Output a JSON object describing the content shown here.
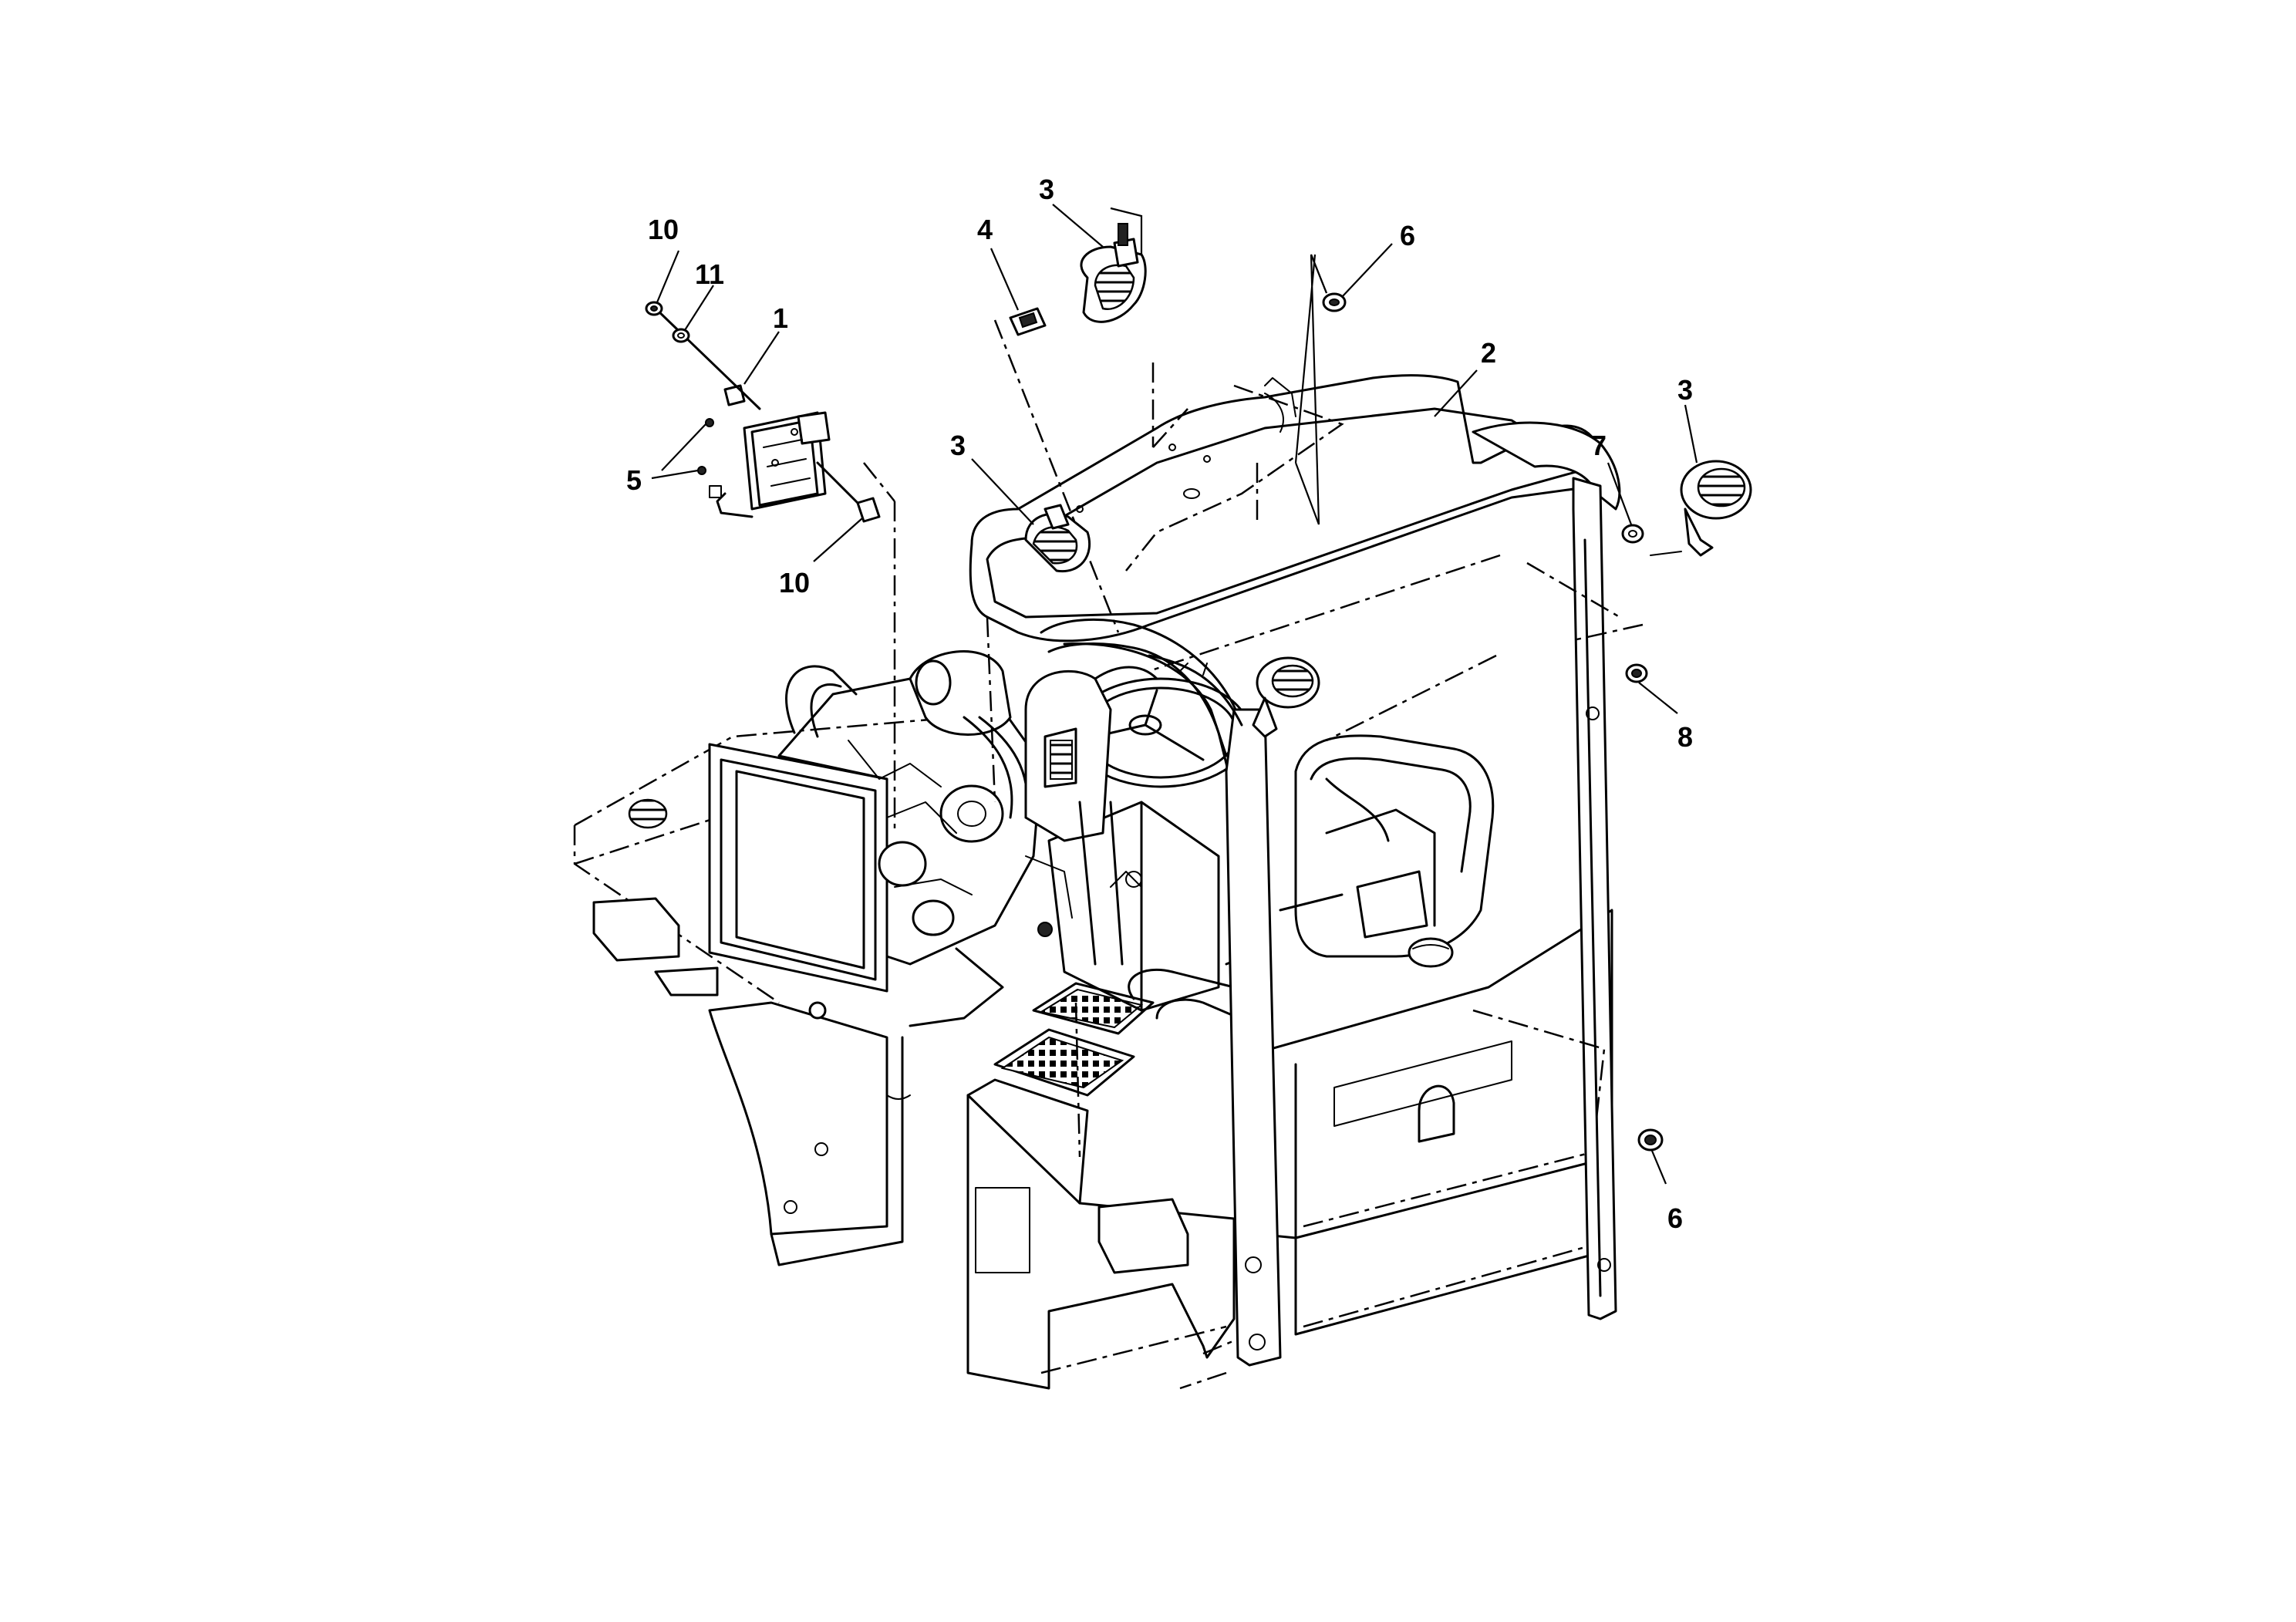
{
  "callouts": [
    {
      "id": "c1",
      "label": "1"
    },
    {
      "id": "c2",
      "label": "2"
    },
    {
      "id": "c3a",
      "label": "3"
    },
    {
      "id": "c3b",
      "label": "3"
    },
    {
      "id": "c3c",
      "label": "3"
    },
    {
      "id": "c4",
      "label": "4"
    },
    {
      "id": "c5",
      "label": "5"
    },
    {
      "id": "c6a",
      "label": "6"
    },
    {
      "id": "c6b",
      "label": "6"
    },
    {
      "id": "c7",
      "label": "7"
    },
    {
      "id": "c8",
      "label": "8"
    },
    {
      "id": "c10a",
      "label": "10"
    },
    {
      "id": "c10b",
      "label": "10"
    },
    {
      "id": "c11",
      "label": "11"
    }
  ]
}
